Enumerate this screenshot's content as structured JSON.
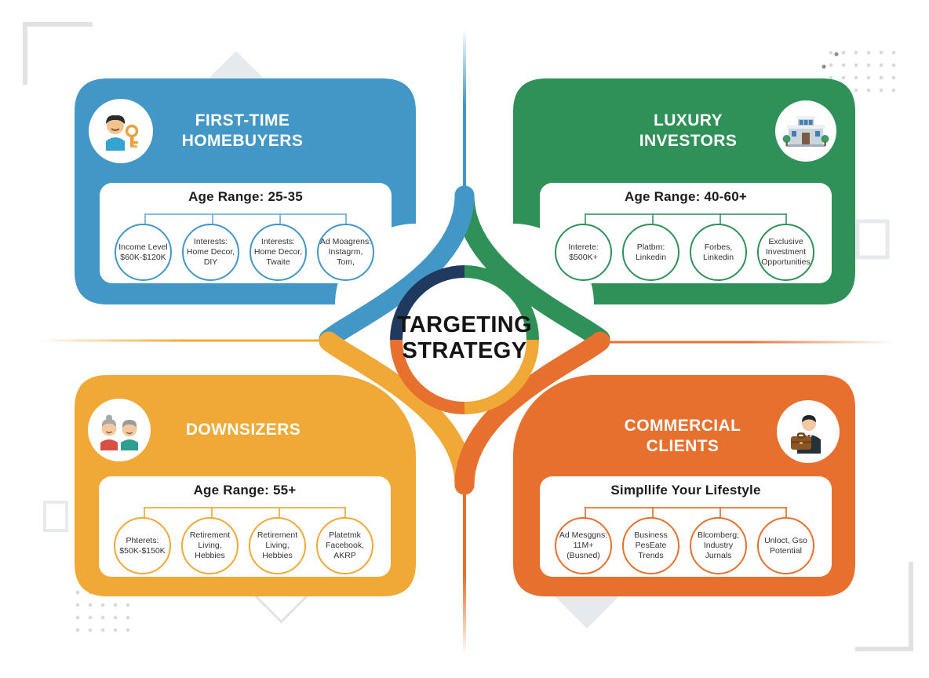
{
  "center": {
    "title": "TARGETING\nSTRATEGY"
  },
  "colors": {
    "blue": "#4297C6",
    "green": "#2F9158",
    "amber": "#F0A937",
    "orange": "#E7702E",
    "navy": "#20395F",
    "bracket_blue": "#6FAFD8",
    "bracket_green": "#3E9A64",
    "bracket_amber": "#F0A937",
    "bracket_orange": "#E7702E",
    "decor_gray": "#E2E2E2",
    "diamond_gray": "#E7EAEC",
    "dot_gray": "#D9D9D9",
    "dot_dark": "#8F8F8F"
  },
  "quadrants": [
    {
      "title": "FIRST-TIME\nHOMEBUYERS",
      "icon": "young-man-with-keys-icon",
      "subheader": "Age Range: 25-35",
      "bubbles": [
        "Income Level\n$60K-$120K",
        "Interests:\nHome Decor,\nDIY",
        "Interests:\nHome Decor,\nTwaite",
        "Ad Moagrens:\nInstagrm, Tom,"
      ]
    },
    {
      "title": "LUXURY\nINVESTORS",
      "icon": "mansion-building-icon",
      "subheader": "Age Range: 40-60+",
      "bubbles": [
        "Interete:\n$500K+",
        "Platbm:\nLinkedin",
        "Forbes,\nLinkedin",
        "Exclusive\nInvestment\nOpportunities"
      ]
    },
    {
      "title": "DOWNSIZERS",
      "icon": "elderly-couple-icon",
      "subheader": "Age Range: 55+",
      "bubbles": [
        "Phterets:\n$50K-$150K",
        "Retirement\nLiving, Hebbies",
        "Retirement\nLiving, Hebbies",
        "Platetmk\nFacebook, AKRP"
      ]
    },
    {
      "title": "COMMERCIAL\nCLIENTS",
      "icon": "businessman-briefcase-icon",
      "subheader": "Simpllife Your Lifestyle",
      "bubbles": [
        "Ad Mesggns:\n11M+ (Busned)",
        "Business\nPesEate Trends",
        "Blcomberg;\nIndustry Jurnals",
        "Unloct, Gso\nPotential"
      ]
    }
  ]
}
